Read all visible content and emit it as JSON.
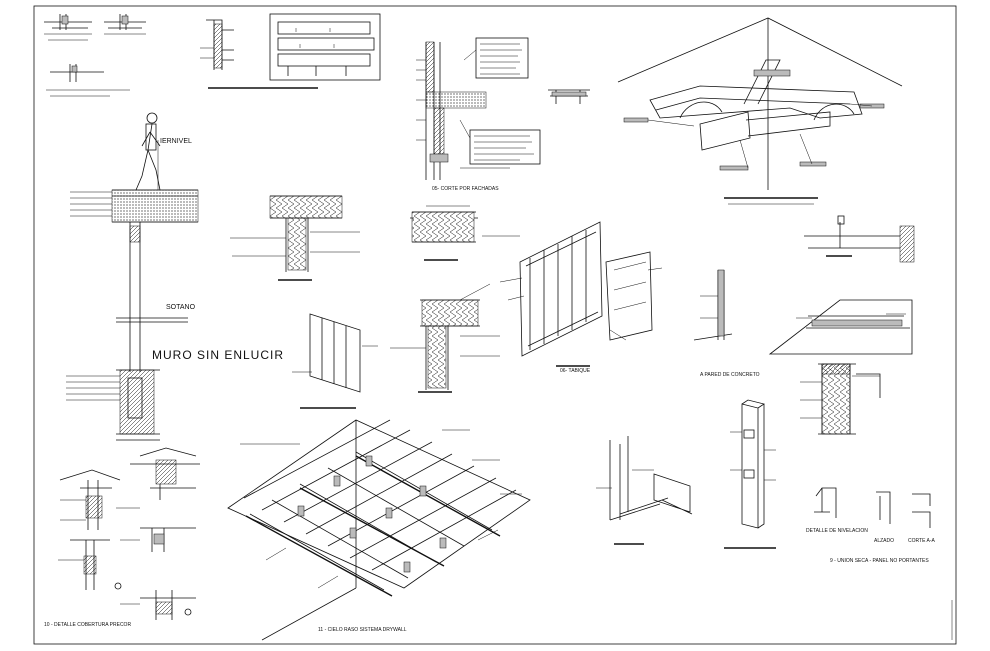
{
  "labels": {
    "person_level": "IERNIVEL",
    "basement": "SOTANO",
    "unplastered_wall": "MURO SIN ENLUCIR",
    "facade_section": "05- CORTE POR FACHADAS",
    "tabique": "06- TABIQUE",
    "concrete_wall": "A PARED DE CONCRETO",
    "leveling_detail": "DETALLE DE NIVELACION",
    "elevation": "ALZADO",
    "section_a": "CORTE A-A",
    "joint_detail": "9 - UNION SECA - PANEL NO PORTANTES",
    "roof_detail": "10 - DETALLE COBERTURA PRECOR",
    "ceiling_system": "11 - CIELO RASO SISTEMA DRYWALL"
  }
}
